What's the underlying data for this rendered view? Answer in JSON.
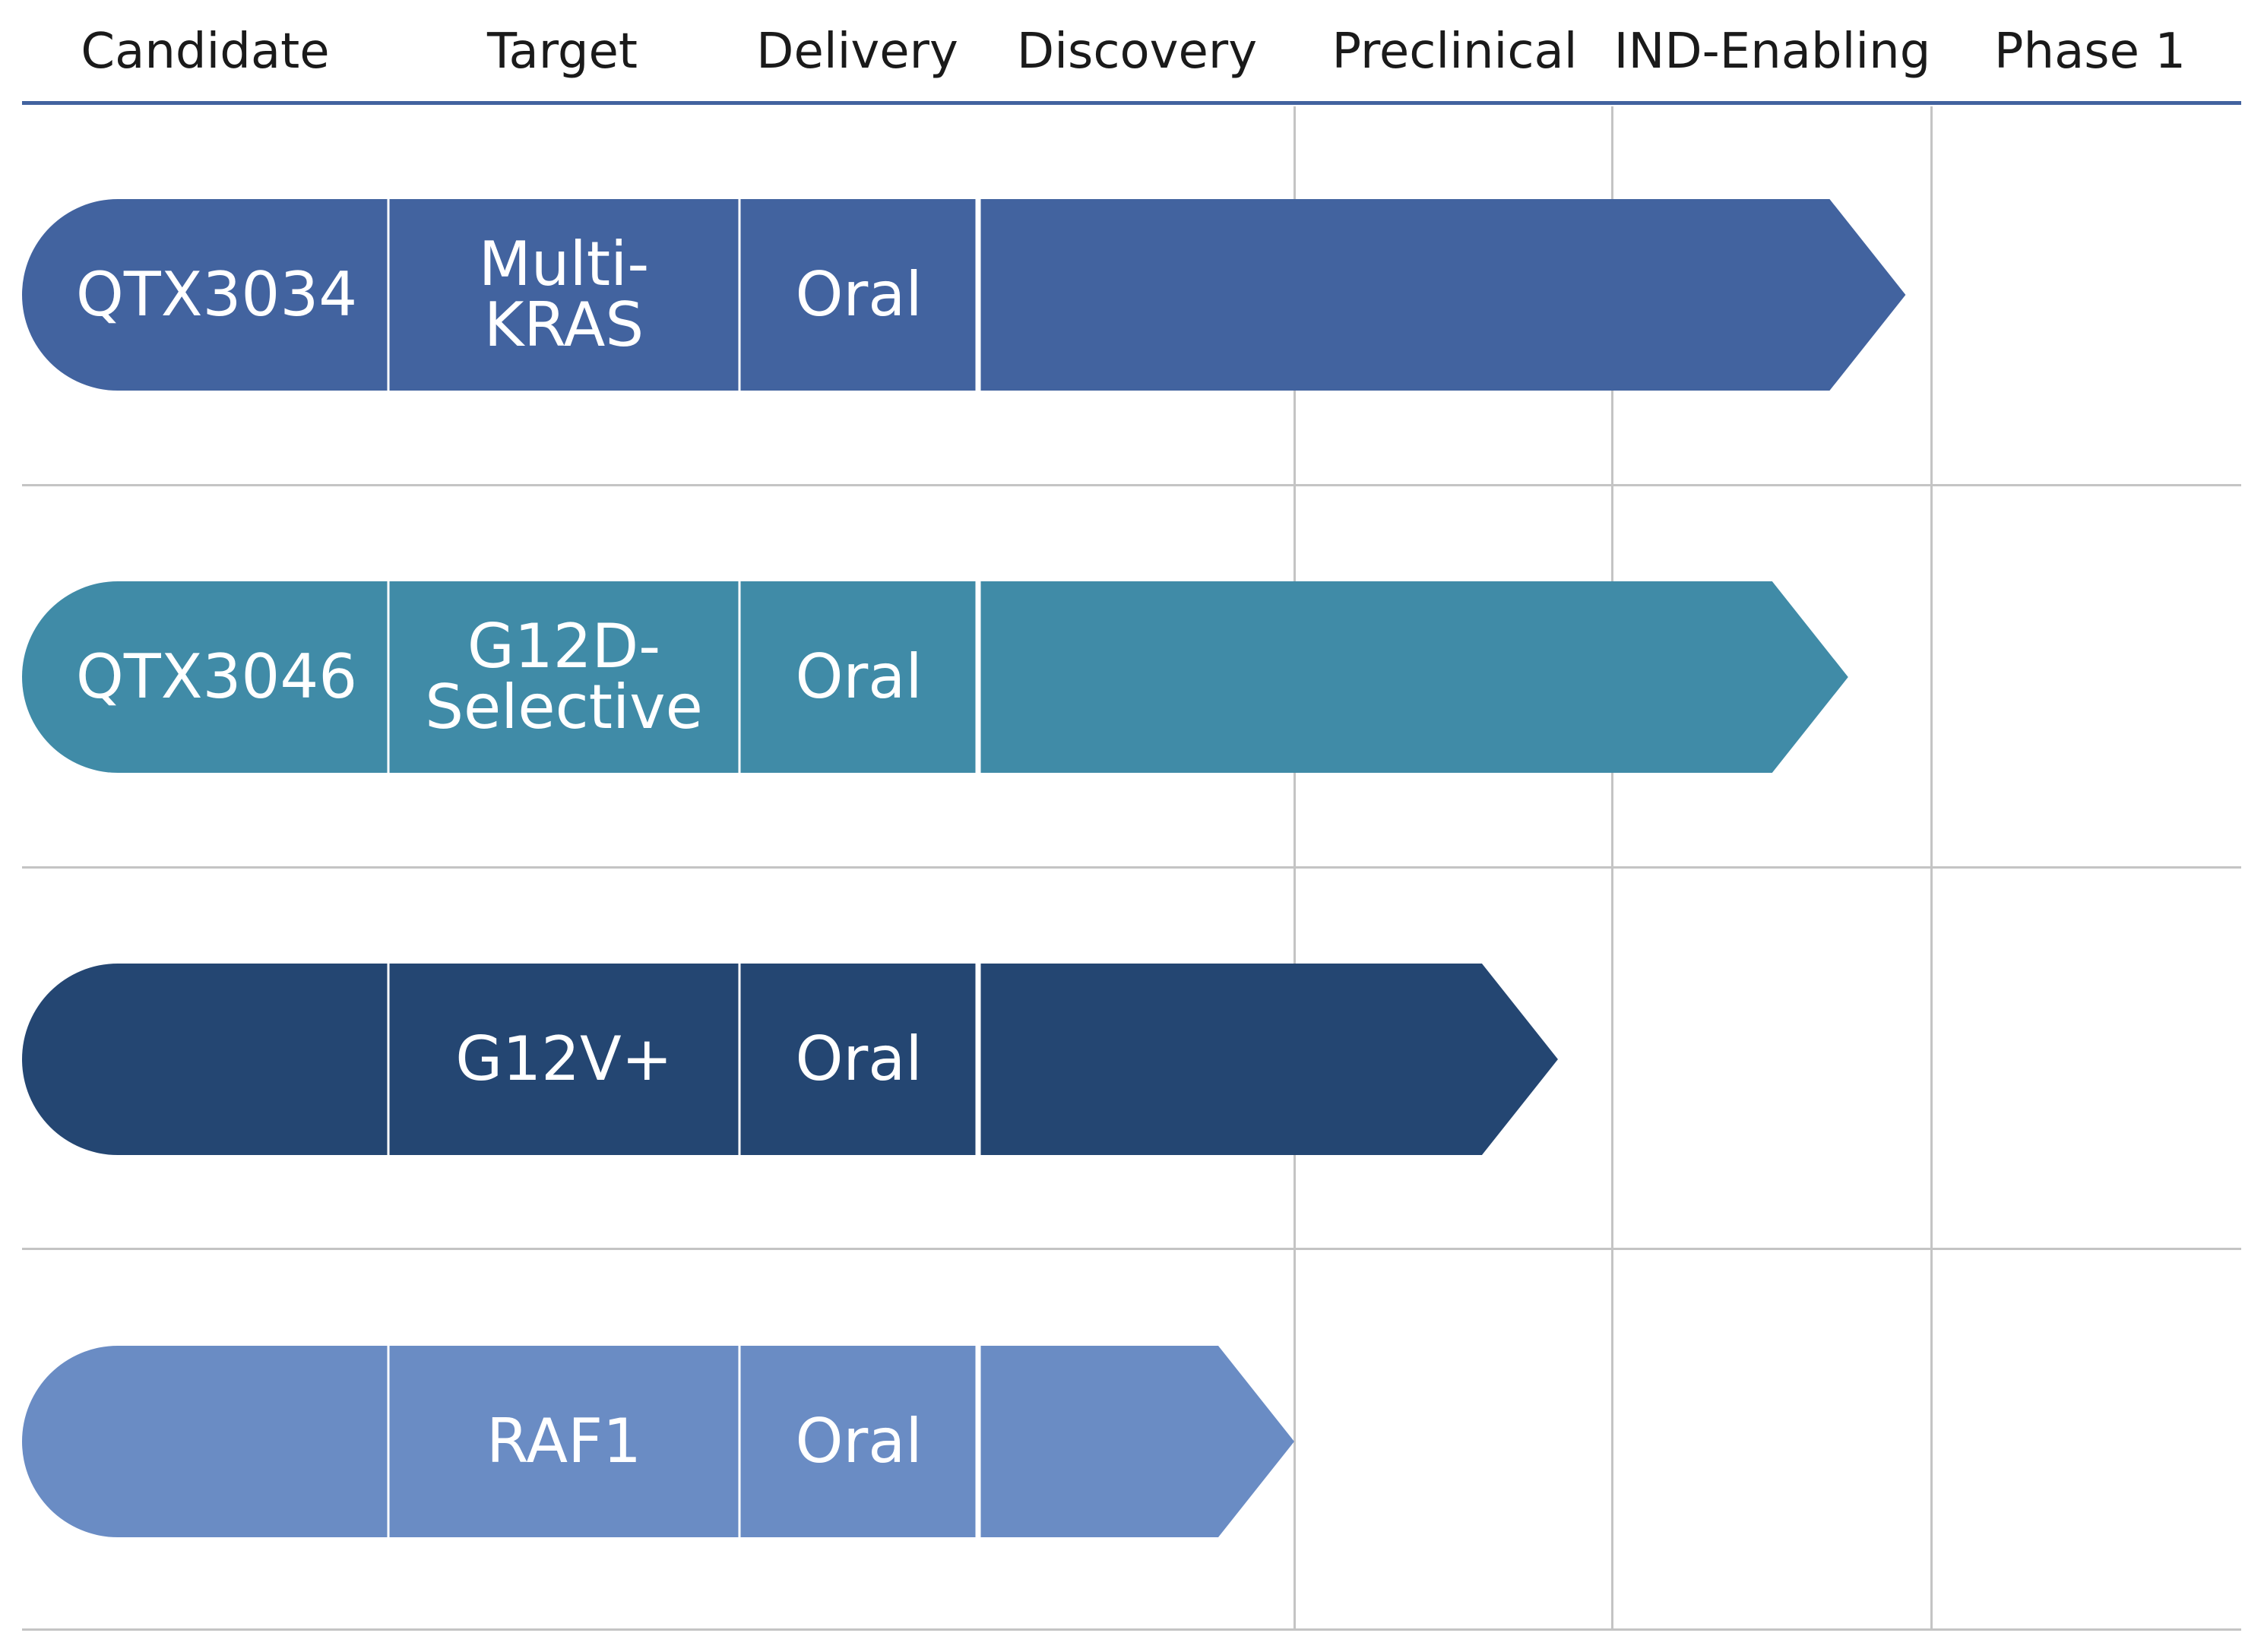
{
  "columns": [
    "Candidate",
    "Target",
    "Delivery",
    "Discovery",
    "Preclinical",
    "IND-Enabling",
    "Phase 1"
  ],
  "programs": [
    {
      "candidate": "QTX3034",
      "target": "Multi-\nKRAS",
      "delivery": "Oral",
      "progress_stage": "IND-Enabling",
      "progress_fraction_of_stage": 0.92,
      "color": "#42639f"
    },
    {
      "candidate": "QTX3046",
      "target": "G12D-\nSelective",
      "delivery": "Oral",
      "progress_stage": "IND-Enabling",
      "progress_fraction_of_stage": 0.74,
      "color": "#408ba7"
    },
    {
      "candidate": "",
      "target": "G12V+",
      "delivery": "Oral",
      "progress_stage": "Preclinical",
      "progress_fraction_of_stage": 0.83,
      "color": "#244672"
    },
    {
      "candidate": "",
      "target": "RAF1",
      "delivery": "Oral",
      "progress_stage": "Discovery",
      "progress_fraction_of_stage": 1.0,
      "color": "#6a8cc4"
    }
  ],
  "colors": {
    "header_rule": "#42639f",
    "gridline": "#c4c4c4",
    "bar_text": "#ffffff",
    "header_text": "#1a1a1a"
  }
}
